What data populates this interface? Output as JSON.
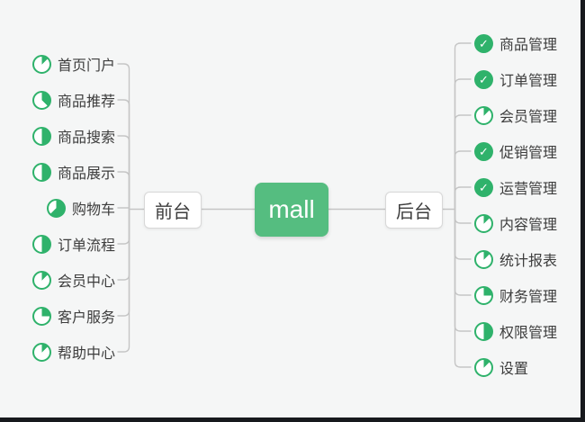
{
  "root": {
    "label": "mall"
  },
  "branches": [
    {
      "label": "前台",
      "side": "left",
      "items": [
        {
          "label": "首页门户",
          "icon": "task-progress-icon",
          "progress_pct": 12.5
        },
        {
          "label": "商品推荐",
          "icon": "task-progress-icon",
          "progress_pct": 37.5
        },
        {
          "label": "商品搜索",
          "icon": "task-progress-icon",
          "progress_pct": 50
        },
        {
          "label": "商品展示",
          "icon": "task-progress-icon",
          "progress_pct": 50
        },
        {
          "label": "购物车",
          "icon": "task-progress-icon",
          "progress_pct": 62.5
        },
        {
          "label": "订单流程",
          "icon": "task-progress-icon",
          "progress_pct": 50
        },
        {
          "label": "会员中心",
          "icon": "task-progress-icon",
          "progress_pct": 12.5
        },
        {
          "label": "客户服务",
          "icon": "task-progress-icon",
          "progress_pct": 25
        },
        {
          "label": "帮助中心",
          "icon": "task-progress-icon",
          "progress_pct": 12.5
        }
      ]
    },
    {
      "label": "后台",
      "side": "right",
      "items": [
        {
          "label": "商品管理",
          "icon": "task-done-icon",
          "progress_pct": 100
        },
        {
          "label": "订单管理",
          "icon": "task-done-icon",
          "progress_pct": 100
        },
        {
          "label": "会员管理",
          "icon": "task-progress-icon",
          "progress_pct": 12.5
        },
        {
          "label": "促销管理",
          "icon": "task-done-icon",
          "progress_pct": 100
        },
        {
          "label": "运营管理",
          "icon": "task-done-icon",
          "progress_pct": 100
        },
        {
          "label": "内容管理",
          "icon": "task-progress-icon",
          "progress_pct": 12.5
        },
        {
          "label": "统计报表",
          "icon": "task-progress-icon",
          "progress_pct": 12.5
        },
        {
          "label": "财务管理",
          "icon": "task-progress-icon",
          "progress_pct": 25
        },
        {
          "label": "权限管理",
          "icon": "task-progress-icon",
          "progress_pct": 50
        },
        {
          "label": "设置",
          "icon": "task-progress-icon",
          "progress_pct": 12.5
        }
      ]
    }
  ],
  "icons": {
    "done_glyph": "✓"
  },
  "colors": {
    "background": "#f5f6f6",
    "root_node_green": "#55bd80",
    "icon_green": "#2fb26b",
    "connector_gray": "#c5c5c5",
    "node_border": "#d8d8d8",
    "text": "#3d3d3d",
    "window_edge": "#17191d"
  }
}
